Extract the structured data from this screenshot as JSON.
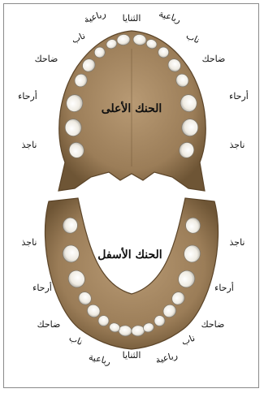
{
  "upper_jaw": {
    "title": "الحنك الأعلى",
    "labels": {
      "central": "الثنايا",
      "lateral_left": "رباعية",
      "lateral_right": "رباعية",
      "canine_left": "ناب",
      "canine_right": "ناب",
      "premolar_left": "ضاحك",
      "premolar_right": "ضاحك",
      "molar_left": "أرحاء",
      "molar_right": "أرحاء",
      "wisdom_left": "ناجذ",
      "wisdom_right": "ناجذ"
    }
  },
  "lower_jaw": {
    "title": "الحنك الأسفل",
    "labels": {
      "wisdom_left": "ناجذ",
      "wisdom_right": "ناجذ",
      "molar_left": "أرحاء",
      "molar_right": "أرحاء",
      "premolar_left": "ضاحك",
      "premolar_right": "ضاحك",
      "canine_left": "ناب",
      "canine_right": "ناب",
      "lateral_left": "رباعية",
      "lateral_right": "رباعية",
      "central": "الثنايا"
    }
  },
  "colors": {
    "bone": "#9b7d58",
    "bone_dark": "#6e5535",
    "tooth": "#f4f1ea",
    "tooth_shadow": "#a9a59c"
  }
}
